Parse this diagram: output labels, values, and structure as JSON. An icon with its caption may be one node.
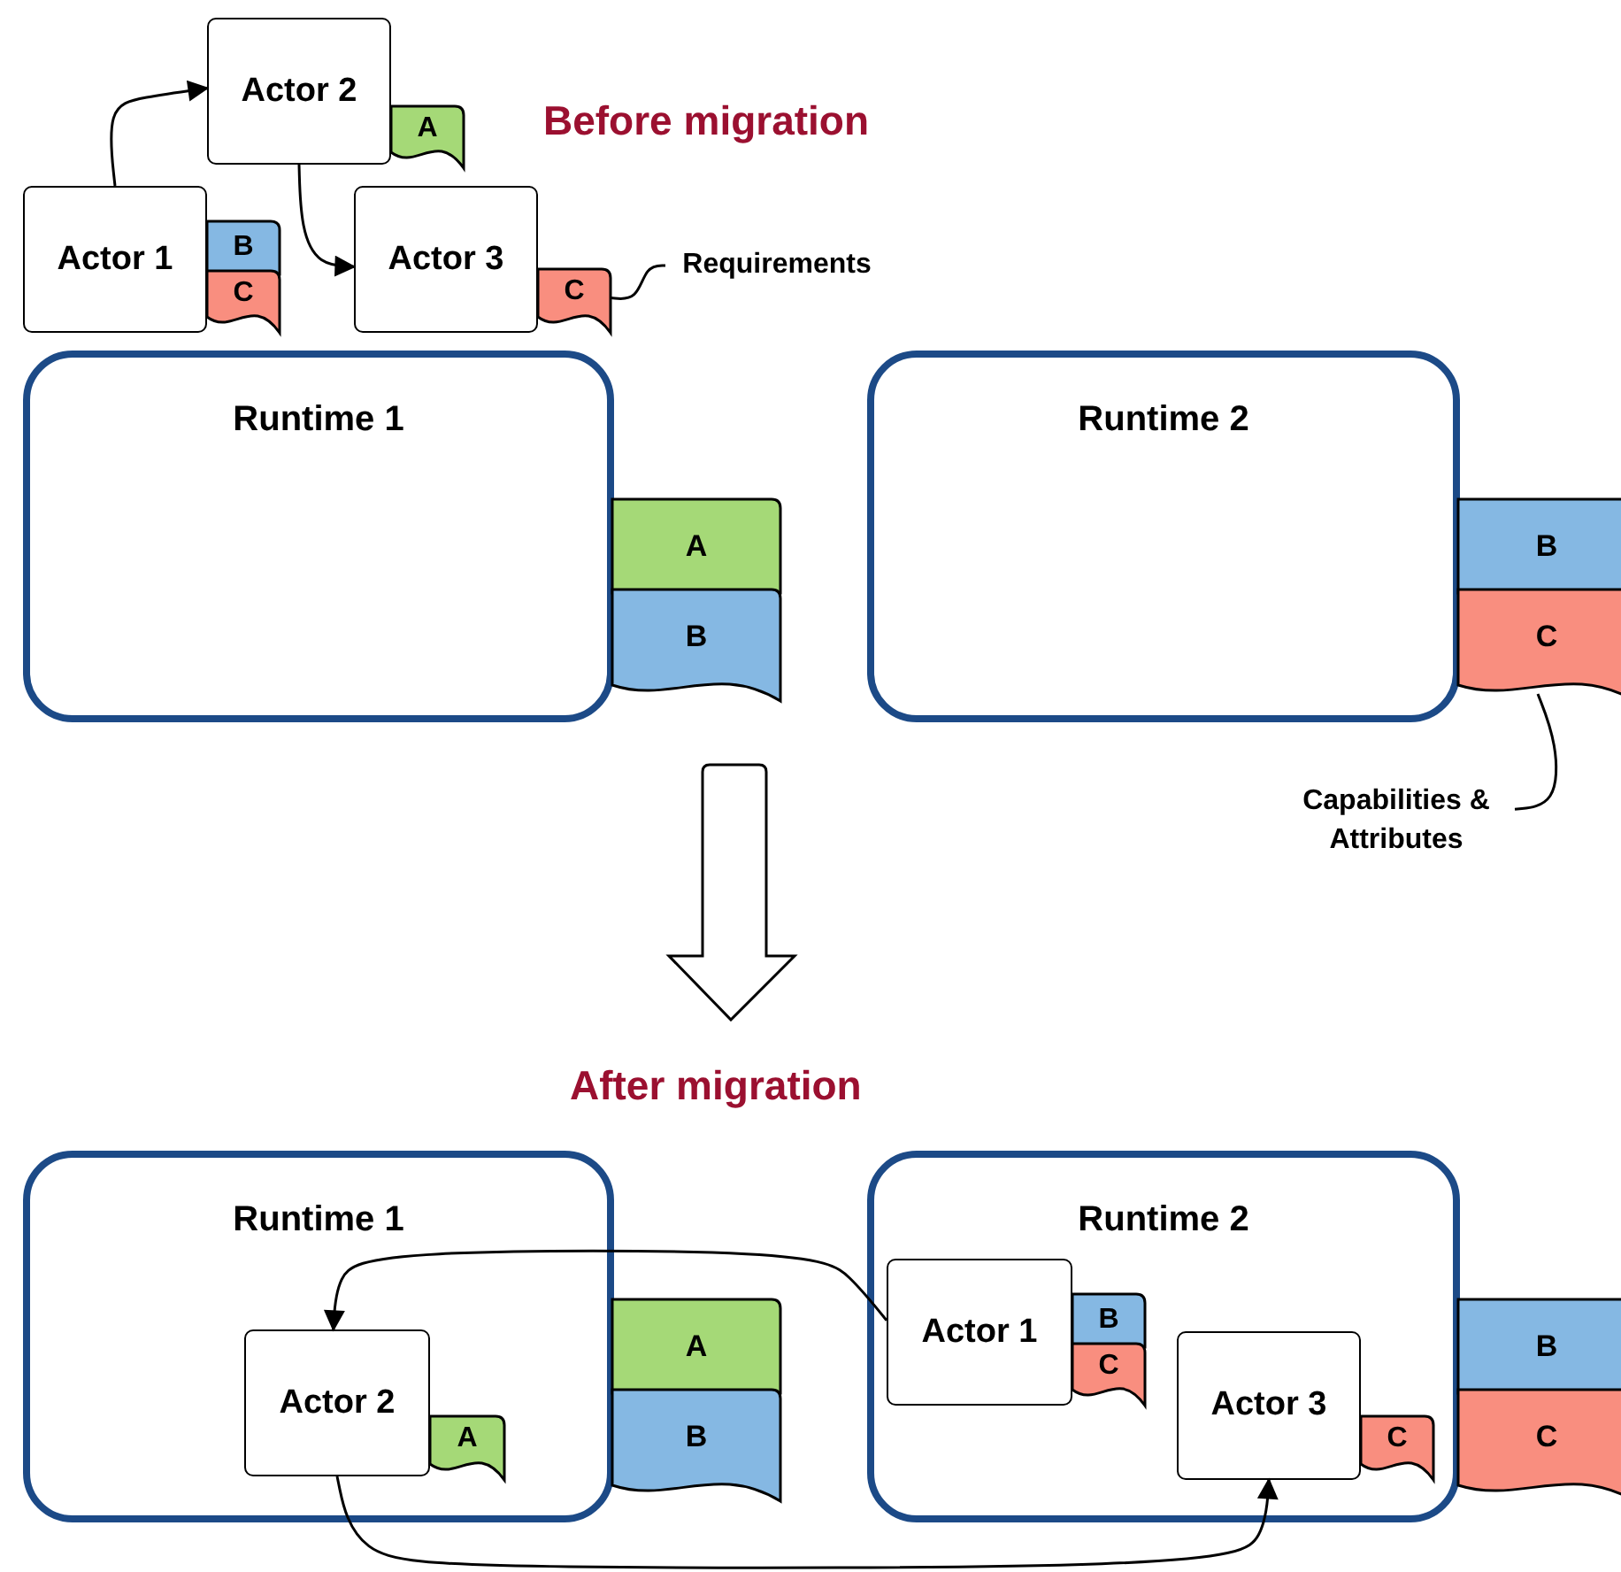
{
  "diagram": {
    "nodes": [
      {
        "text": [
          "Actor 2"
        ]
      },
      {
        "text": [
          "A"
        ]
      },
      {
        "text": [
          "Actor 1"
        ]
      },
      {
        "text": [
          "B"
        ]
      },
      {
        "text": [
          "C"
        ]
      },
      {
        "text": [
          "Actor 3"
        ]
      },
      {
        "text": [
          "C"
        ]
      },
      {
        "text": [
          "Requirements"
        ]
      },
      {
        "text": [
          "Runtime 1"
        ]
      },
      {
        "text": [
          "A"
        ]
      },
      {
        "text": [
          "B"
        ]
      },
      {
        "text": [
          "Runtime 2"
        ]
      },
      {
        "text": [
          "B"
        ]
      },
      {
        "text": [
          "C"
        ]
      },
      {
        "text": [
          "Capabilities & Attributes"
        ]
      },
      {
        "text": [
          "Runtime 1"
        ]
      },
      {
        "text": [
          "Actor 2"
        ],
        "in": 15
      },
      {
        "text": [
          "A"
        ],
        "in": 15
      },
      {
        "text": [
          "A"
        ]
      },
      {
        "text": [
          "B"
        ]
      },
      {
        "text": [
          "Runtime 2"
        ]
      },
      {
        "text": [
          "Actor 1"
        ],
        "in": 20
      },
      {
        "text": [
          "B"
        ],
        "in": 20
      },
      {
        "text": [
          "C"
        ],
        "in": 20
      },
      {
        "text": [
          "Actor 3"
        ],
        "in": 20
      },
      {
        "text": [
          "C"
        ],
        "in": 20
      },
      {
        "text": [
          "B"
        ]
      },
      {
        "text": [
          "C"
        ]
      }
    ],
    "edges": [
      {
        "from": 2,
        "to": 0,
        "arrow": "to"
      },
      {
        "from": 0,
        "to": 5,
        "arrow": "to"
      },
      {
        "from": 21,
        "to": 16,
        "arrow": "to"
      },
      {
        "from": 16,
        "to": 24,
        "arrow": "to"
      },
      {
        "from": 7,
        "to": 6,
        "arrow": "none"
      },
      {
        "from": 14,
        "to": 13,
        "arrow": "none"
      }
    ],
    "labels": [
      "Before migration",
      "After migration"
    ]
  }
}
